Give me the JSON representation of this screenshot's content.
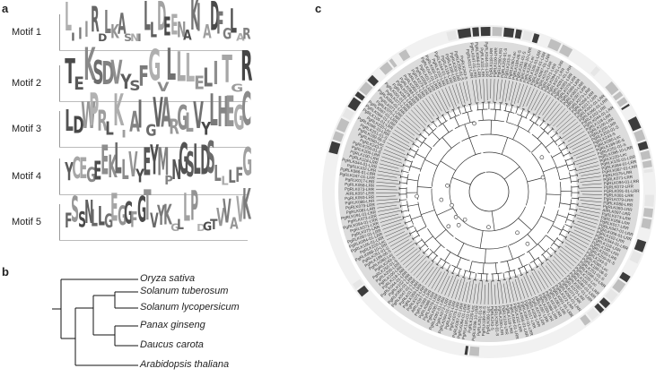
{
  "panels": {
    "a": "a",
    "b": "b",
    "c": "c"
  },
  "motifs": [
    {
      "label": "Motif 1",
      "consensus": "LIIIRDLKASNILLDEENAKIADFGLAR"
    },
    {
      "label": "Motif 2",
      "consensus": "TEKSDVYSFGVLLLELITGR"
    },
    {
      "label": "Motif 3",
      "consensus": "LDWPRLKIAIGVARGLVYLHEGC"
    },
    {
      "label": "Motif 4",
      "consensus": "YCEGEEKLLVYEYMPNGSLDSLLLFG"
    },
    {
      "label": "Motif 5",
      "consensus": "FSSNLLGEGGFGTVYKGLLPDGTVVAVK"
    }
  ],
  "species_tree": [
    "Oryza sativa",
    "Solanum tuberosum",
    "Solanum lycopersicum",
    "Panax ginseng",
    "Daucus carota",
    "Arabidopsis thaliana"
  ],
  "tree_labels": {
    "upper_right": [
      "PgRLK017-LRR",
      "PgRLK047-01-LRR",
      "PgRLK066-01-LRR",
      "PgRLK102-LRR",
      "PgRLK044-01-LRR",
      "PgRLK118-LRR",
      "PgRLK100-LRR",
      "PgRLK200-LRR"
    ],
    "lower_right": [
      "PgRLK250-01-S",
      "PgRLK243-S",
      "PgRLK080-Lec",
      "PgRLK189-06-S",
      "PgRLK251-01-S",
      "PgRLK098-10-LRR",
      "PgRLK220-Lec"
    ],
    "left": [
      "PgRLK105-01-LRR",
      "PgRLK084-01-LRR",
      "PgRLK087-01-LRR",
      "PgRLK075-LRR",
      "PgRLK071-LRR",
      "PgRLK094-01-LRR",
      "PgRLK072-LRR",
      "PgRLK091-01-LRR",
      "PgRLK081-LRR",
      "PgRLK079-LRR",
      "PgRLK088-LRR",
      "PgRLK093-LRR",
      "AtRLK097-LRR",
      "PgRLK073-LRR",
      "PgRLK058-LRR"
    ]
  },
  "colors": {
    "ring_light": "#e6e6e6",
    "ring_mid": "#bfbfbf",
    "ring_dark": "#3c3c3c",
    "logo_letter": "#555555"
  }
}
